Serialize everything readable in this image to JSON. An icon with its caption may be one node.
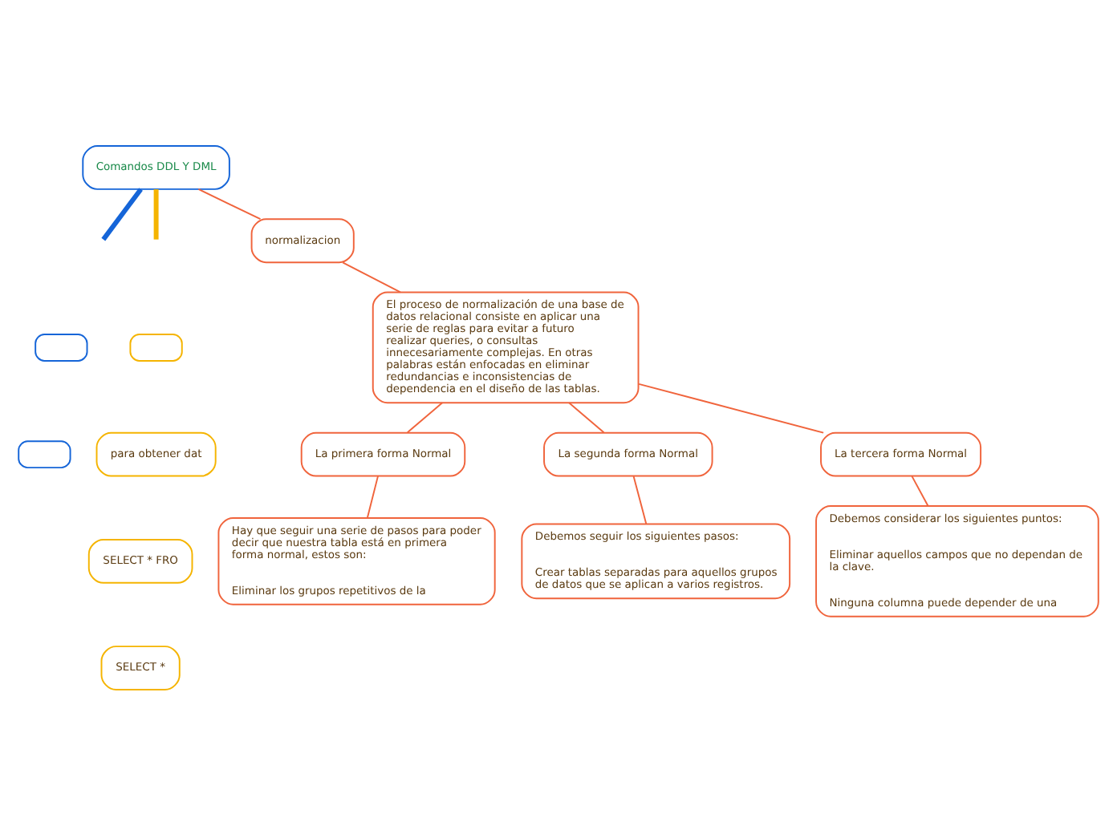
{
  "diagram": {
    "nodes": [
      {
        "text": [
          "Comandos DDL Y DML"
        ]
      },
      {
        "text": [
          "normalizacion"
        ]
      },
      {
        "text": [
          "El proceso de normalización de una base de datos relacional consiste en aplicar una serie de reglas para evitar a futuro realizar queries, o consultas innecesariamente complejas. En otras palabras están enfocadas en eliminar redundancias e inconsistencias de dependencia en el diseño de las tablas."
        ]
      },
      {
        "text": [
          "La primera forma Normal"
        ]
      },
      {
        "text": [
          "La segunda forma Normal"
        ]
      },
      {
        "text": [
          "La tercera forma Normal"
        ]
      },
      {
        "text": [
          "Hay que seguir una serie de pasos para poder decir que nuestra tabla está en primera forma normal, estos son:",
          "Eliminar los grupos repetitivos de la"
        ]
      },
      {
        "text": [
          "Debemos seguir los siguientes pasos:",
          "Crear tablas separadas para aquellos grupos de datos que se aplican a varios registros."
        ]
      },
      {
        "text": [
          "Debemos considerar los siguientes puntos:",
          "Eliminar aquellos campos que no dependan de la clave.",
          "Ninguna columna puede depender de una"
        ]
      },
      {
        "text": [],
        "shape": "box"
      },
      {
        "text": [
          "para obtener dat"
        ]
      },
      {
        "text": [
          "SELECT * FRO"
        ]
      },
      {
        "text": [
          "SELECT *"
        ]
      },
      {
        "text": [],
        "shape": "box"
      },
      {
        "text": [],
        "shape": "box"
      }
    ],
    "edges": [
      {
        "from": 0,
        "to": null,
        "arrow": "none",
        "style": "thick",
        "color": "#1565d8"
      },
      {
        "from": 0,
        "to": null,
        "arrow": "none",
        "style": "thick",
        "color": "#f5b400"
      },
      {
        "from": 0,
        "to": 1,
        "arrow": "none"
      },
      {
        "from": 1,
        "to": 2,
        "arrow": "none"
      },
      {
        "from": 2,
        "to": 3,
        "arrow": "none"
      },
      {
        "from": 2,
        "to": 4,
        "arrow": "none"
      },
      {
        "from": 2,
        "to": 5,
        "arrow": "none"
      },
      {
        "from": 3,
        "to": 6,
        "arrow": "none"
      },
      {
        "from": 4,
        "to": 7,
        "arrow": "none"
      },
      {
        "from": 5,
        "to": 8,
        "arrow": "none"
      }
    ]
  }
}
